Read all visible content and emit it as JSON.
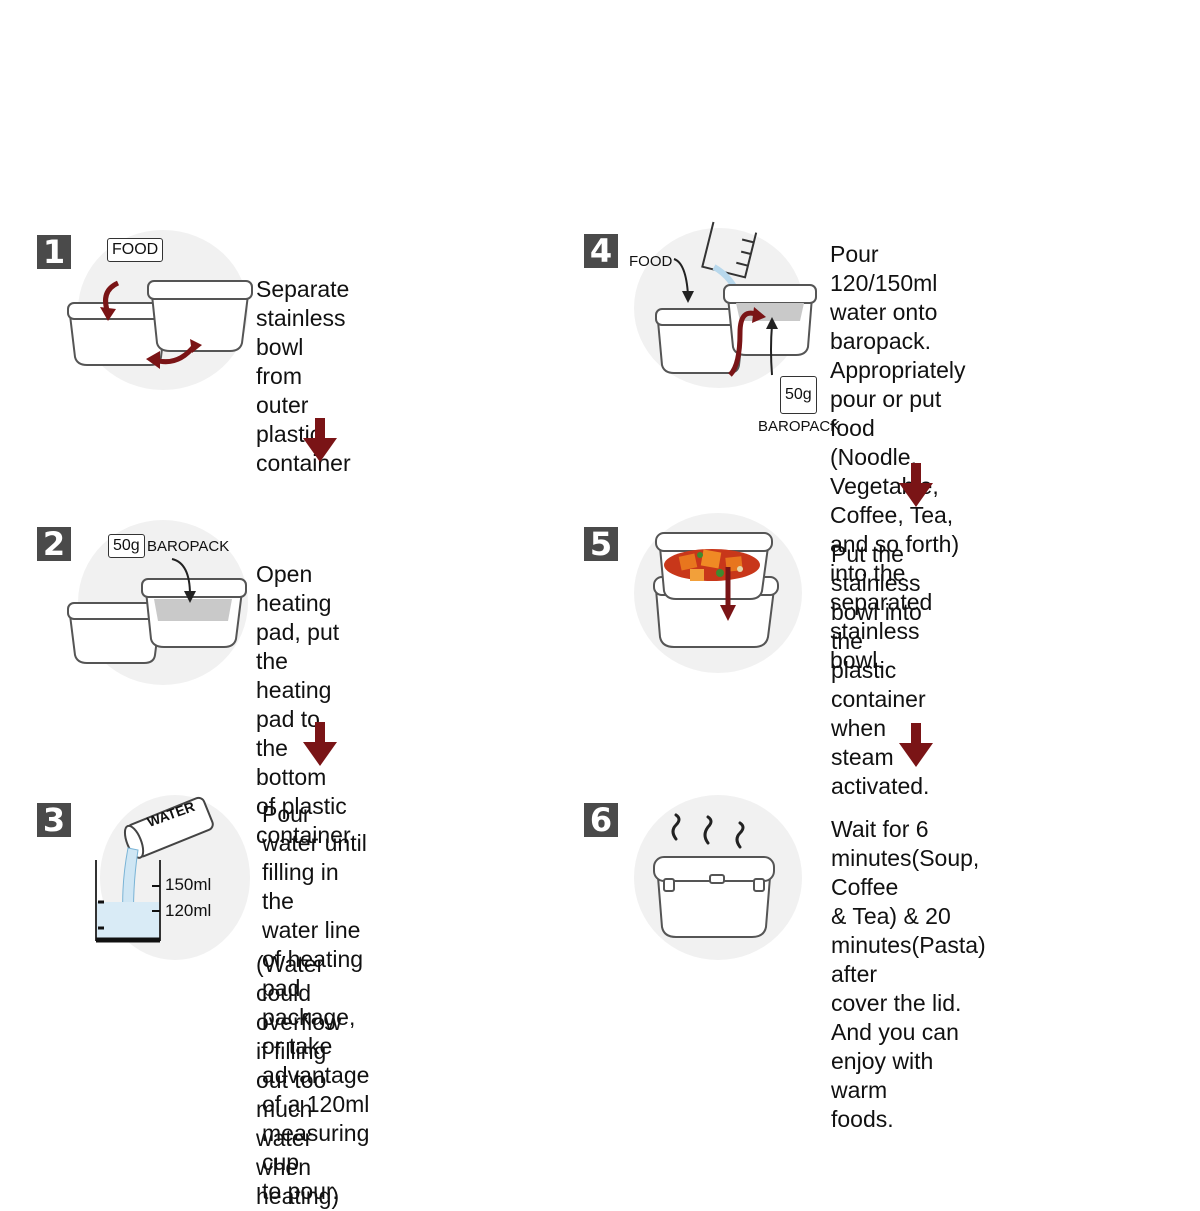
{
  "colors": {
    "arrow": "#7a1416",
    "badge": "#4a4a4a",
    "circle": "#f1f1f1",
    "steam": "#222222"
  },
  "steps": [
    {
      "number": "1",
      "labels": [
        "FOOD"
      ],
      "text": "Separate stainless bowl\nfrom outer plastic container"
    },
    {
      "number": "2",
      "labels": [
        "50g",
        "BAROPACK"
      ],
      "text": "Open heating pad, put the\nheating pad to the bottom\nof plastic container"
    },
    {
      "number": "3",
      "labels": [
        "WATER",
        "150ml",
        "120ml"
      ],
      "text": "Pour water until filling in the\nwater line of heating pad\npackage, or take advantage\nof a 120ml measuring cup\nto pour.",
      "note": "(Water could overflow if filling\n out too much water when\n heating)"
    },
    {
      "number": "4",
      "labels": [
        "FOOD",
        "50g",
        "BAROPACK"
      ],
      "text": "Pour 120/150ml water onto\nbaropack.\nAppropriately pour or put food\n(Noodle, Vegetable, Coffee, Tea,\n and so forth) into the separated\n stainless bowl."
    },
    {
      "number": "5",
      "labels": [],
      "text": "Put the stainless bowl into\nthe plastic container when\nsteam activated."
    },
    {
      "number": "6",
      "labels": [],
      "text": "Wait for 6 minutes(Soup, Coffee\n& Tea) & 20 minutes(Pasta) after\ncover the lid.\nAnd you can enjoy with warm\nfoods."
    }
  ]
}
